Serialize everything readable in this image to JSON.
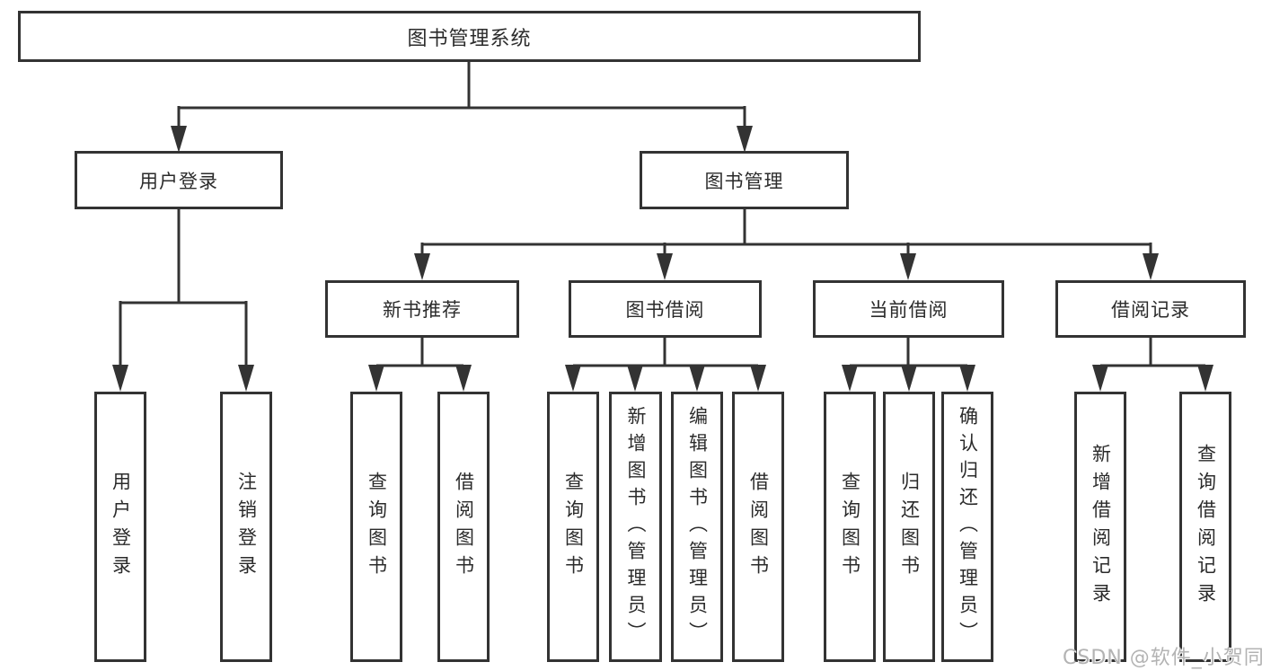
{
  "diagram": {
    "type": "hierarchy-tree",
    "root": {
      "label": "图书管理系统",
      "children": [
        {
          "label": "用户登录",
          "children": [
            {
              "label": "用户登录"
            },
            {
              "label": "注销登录"
            }
          ]
        },
        {
          "label": "图书管理",
          "children": [
            {
              "label": "新书推荐",
              "children": [
                {
                  "label": "查询图书"
                },
                {
                  "label": "借阅图书"
                }
              ]
            },
            {
              "label": "图书借阅",
              "children": [
                {
                  "label": "查询图书"
                },
                {
                  "label": "新增图书（管理员）"
                },
                {
                  "label": "编辑图书（管理员）"
                },
                {
                  "label": "借阅图书"
                }
              ]
            },
            {
              "label": "当前借阅",
              "children": [
                {
                  "label": "查询图书"
                },
                {
                  "label": "归还图书"
                },
                {
                  "label": "确认归还（管理员）"
                }
              ]
            },
            {
              "label": "借阅记录",
              "children": [
                {
                  "label": "新增借阅记录"
                },
                {
                  "label": "查询借阅记录"
                }
              ]
            }
          ]
        }
      ]
    }
  },
  "watermark": {
    "text": "CSDN @软件_小贺同学"
  },
  "colors": {
    "line": "#333333",
    "box_border": "#333333",
    "text": "#2b2b2b",
    "background": "#ffffff",
    "watermark": "#b3b3b3"
  }
}
